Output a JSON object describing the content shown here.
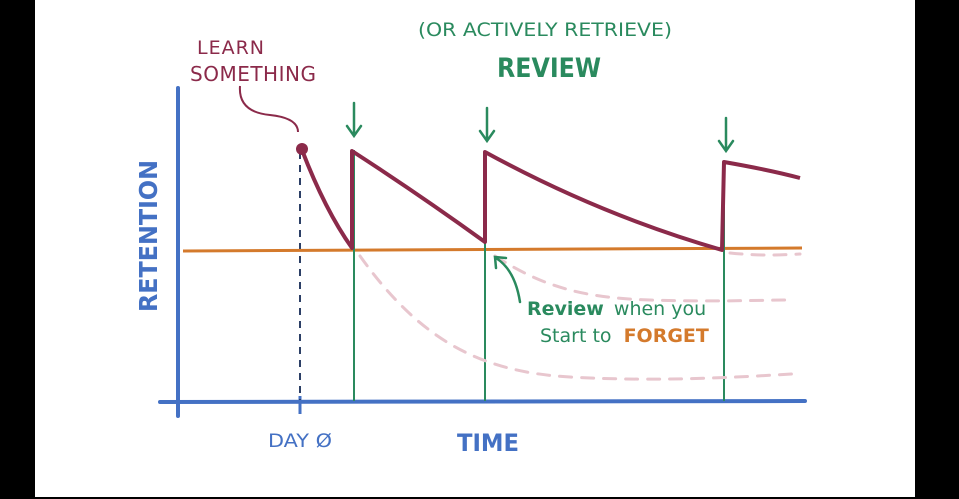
{
  "labels": {
    "learn_line1": "LEARN",
    "learn_line2": "SOMETHING",
    "review_sub": "(OR ACTIVELY RETRIEVE)",
    "review": "REVIEW",
    "y_axis": "RETENTION",
    "x_axis": "TIME",
    "day_zero": "DAY Ø",
    "note_line1_a": "Review",
    "note_line1_b": "when you",
    "note_line2_a": "Start to",
    "note_line2_b": "FORGET"
  },
  "colors": {
    "retention_curve": "#8b2a4a",
    "review_markers": "#2a8a5e",
    "threshold": "#d47a2c",
    "axes": "#4471c4",
    "forgetting_dashed": "#e8c6ce"
  }
}
